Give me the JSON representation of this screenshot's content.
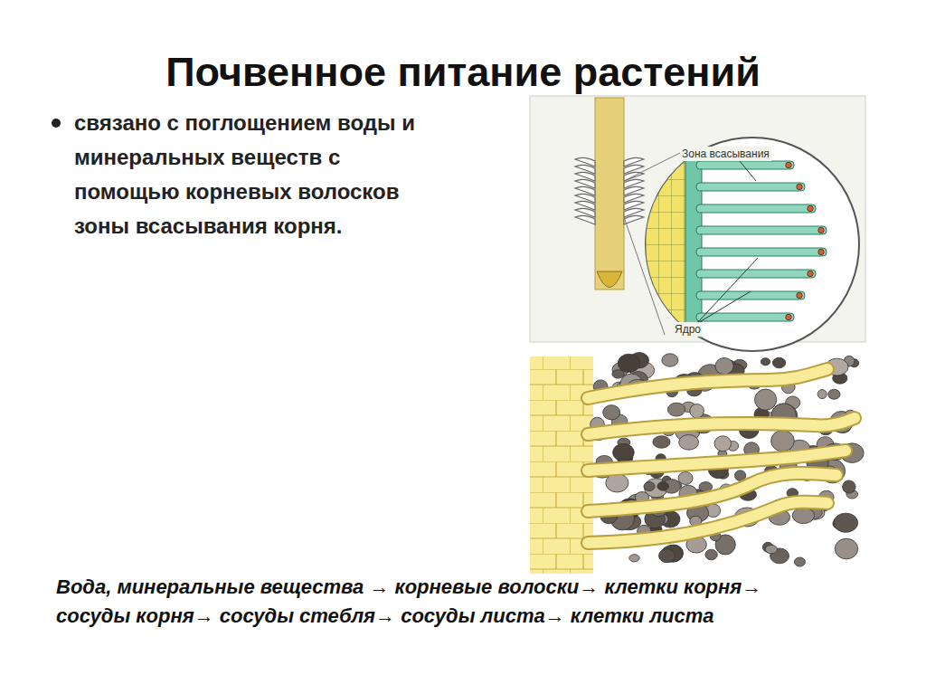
{
  "diagram": {
    "title": "Почвенное питание растений",
    "labels": [
      "связано с поглощением воды и минеральных веществ с помощью корневых волосков зоны всасывания корня.",
      "Зона всасывания",
      "Ядро",
      "Вода,  минеральные вещества → корневые волоски→ клетки корня→ сосуды корня→ сосуды стебля→ сосуды листа→ клетки листа"
    ]
  }
}
